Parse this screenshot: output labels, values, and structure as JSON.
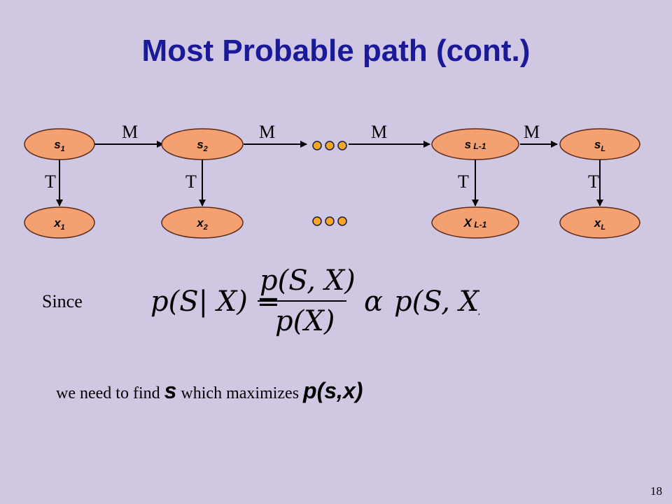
{
  "title": "Most Probable path (cont.)",
  "diagram": {
    "states": [
      {
        "base": "s",
        "sub": "1"
      },
      {
        "base": "s",
        "sub": "2"
      },
      {
        "base": "s",
        "sub": " L-1"
      },
      {
        "base": "s",
        "sub": "L"
      }
    ],
    "observations": [
      {
        "base": "x",
        "sub": "1"
      },
      {
        "base": "x",
        "sub": "2"
      },
      {
        "base": "X",
        "sub": " L-1"
      },
      {
        "base": "x",
        "sub": "L"
      }
    ],
    "transition_label": "M",
    "emission_label": "T",
    "node_fill": "#f5a070",
    "dot_color": "#f5a623",
    "dot_stroke": "#1a1a4a"
  },
  "since_label": "Since",
  "formula": {
    "lhs": "p(S| X) =",
    "numerator": "p(S, X)",
    "denominator": "p(X)",
    "proportional": "α",
    "rhs": "p(S, X)"
  },
  "conclusion": {
    "prefix": "we need to find ",
    "var": "s",
    "middle": " which maximizes ",
    "expr": "p(s,x)"
  },
  "page_number": "18"
}
